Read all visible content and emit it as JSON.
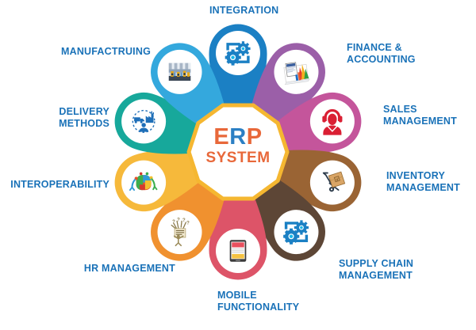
{
  "diagram": {
    "title": "ERP System Modules Wheel",
    "center": {
      "line1_part1": "E",
      "line1_part2": "R",
      "line1_part3": "P",
      "line2": "SYSTEM",
      "color_orange": "#E8683A",
      "color_blue": "#2B7FC4",
      "ring_color": "#F5B731"
    },
    "label_color": "#1a72b8",
    "background": "#FFFFFF",
    "petals": [
      {
        "id": "integration",
        "label": "INTEGRATION",
        "color": "#1B80C4",
        "icon": "gears-sync-icon",
        "angle_deg": -90,
        "label_pos": "top"
      },
      {
        "id": "finance-accounting",
        "label": "FINANCE &\nACCOUNTING",
        "color": "#9B5FA8",
        "icon": "bar-chart-report-icon",
        "angle_deg": -54,
        "label_pos": "right"
      },
      {
        "id": "sales-management",
        "label": "SALES\nMANAGEMENT",
        "color": "#C4559B",
        "icon": "headset-agent-icon",
        "angle_deg": -18,
        "label_pos": "right"
      },
      {
        "id": "inventory-management",
        "label": "INVENTORY\nMANAGEMENT",
        "color": "#9A6434",
        "icon": "hand-truck-box-icon",
        "angle_deg": 18,
        "label_pos": "right"
      },
      {
        "id": "supply-chain-management",
        "label": "SUPPLY CHAIN\nMANAGEMENT",
        "color": "#5D4636",
        "icon": "gears-sync-icon",
        "angle_deg": 54,
        "label_pos": "right"
      },
      {
        "id": "mobile-functionality",
        "label": "MOBILE\nFUNCTIONALITY",
        "color": "#DD5468",
        "icon": "tablet-device-icon",
        "angle_deg": 90,
        "label_pos": "bottom"
      },
      {
        "id": "hr-management",
        "label": "HR MANAGEMENT",
        "color": "#F0912F",
        "icon": "person-sign-icon",
        "angle_deg": 126,
        "label_pos": "left"
      },
      {
        "id": "interoperability",
        "label": "INTEROPERABILITY",
        "color": "#F6B93B",
        "icon": "puzzle-people-icon",
        "angle_deg": 162,
        "label_pos": "left"
      },
      {
        "id": "delivery-methods",
        "label": "DELIVERY\nMETHODS",
        "color": "#17A89B",
        "icon": "logistics-network-icon",
        "angle_deg": 198,
        "label_pos": "left"
      },
      {
        "id": "manufactruing",
        "label": "MANUFACTRUING",
        "color": "#34A8DD",
        "icon": "factory-photo-icon",
        "angle_deg": 234,
        "label_pos": "left"
      }
    ]
  }
}
